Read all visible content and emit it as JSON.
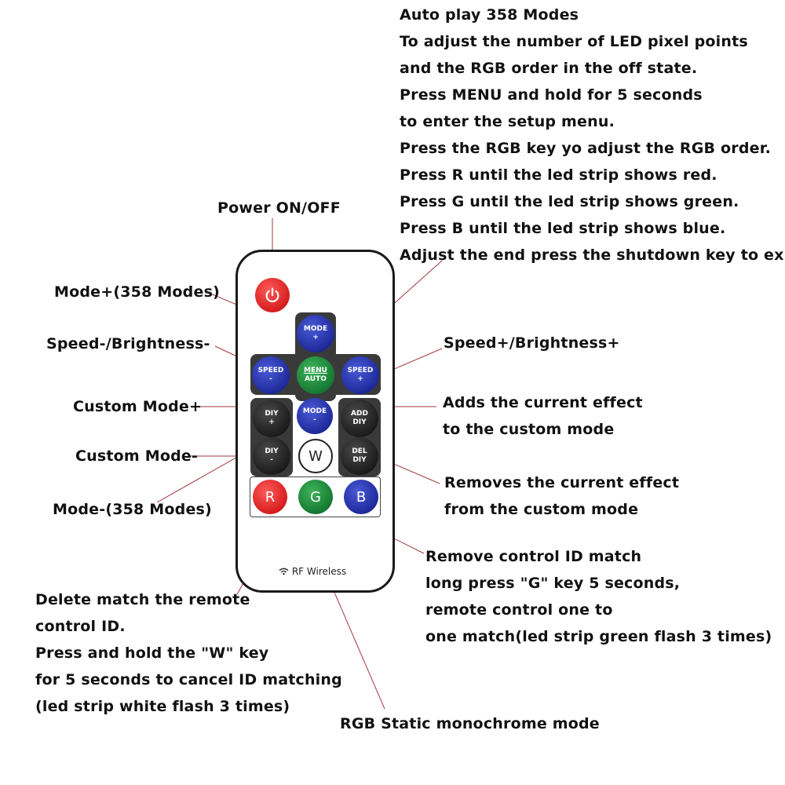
{
  "labels": {
    "top_right": [
      "Auto play 358 Modes",
      "To adjust the number of LED pixel points",
      "and the RGB order in the off state.",
      "Press MENU and hold for 5 seconds",
      "to enter the setup menu.",
      "Press the RGB key yo adjust the RGB order.",
      "Press R until the led strip shows red.",
      "Press G until the led strip shows green.",
      "Press B until the led strip shows blue.",
      "Adjust the end press the shutdown key to exit."
    ],
    "power": "Power ON/OFF",
    "mode_plus": "Mode+(358 Modes)",
    "speed_minus": "Speed-/Brightness-",
    "speed_plus": "Speed+/Brightness+",
    "custom_plus": "Custom Mode+",
    "custom_minus": "Custom Mode-",
    "mode_minus": "Mode-(358 Modes)",
    "add_diy": [
      "Adds the current effect",
      "to the custom mode"
    ],
    "del_diy": [
      "Removes the current effect",
      "from the custom mode"
    ],
    "remove_match": [
      "Remove control ID match",
      "long press \"G\" key 5 seconds,",
      "remote control one to",
      "one match(led strip green flash 3 times)"
    ],
    "delete_match": [
      "Delete match the remote",
      "control ID.",
      "Press and hold the \"W\" key",
      "for 5 seconds to cancel ID matching",
      "(led strip white flash 3 times)"
    ],
    "rgb_static": "RGB Static monochrome mode"
  },
  "remote": {
    "buttons": {
      "mode_plus": [
        "MODE",
        "+"
      ],
      "speed_minus": [
        "SPEED",
        "-"
      ],
      "menu": [
        "MENU",
        "AUTO"
      ],
      "speed_plus": [
        "SPEED",
        "+"
      ],
      "diy_plus": [
        "DIY",
        "+"
      ],
      "mode_minus": [
        "MODE",
        "-"
      ],
      "add_diy": [
        "ADD",
        "DIY"
      ],
      "diy_minus": [
        "DIY",
        "-"
      ],
      "w": "W",
      "del_diy": [
        "DEL",
        "DIY"
      ],
      "r": "R",
      "g": "G",
      "b": "B"
    },
    "rf_label": "RF Wireless",
    "icons": [
      "power-icon",
      "wifi-icon"
    ]
  },
  "colors": {
    "leader": "#a33a3a",
    "power": "#d61e1e",
    "blue": "#1f2a9a",
    "green": "#157a32",
    "red": "#d61e1e"
  }
}
